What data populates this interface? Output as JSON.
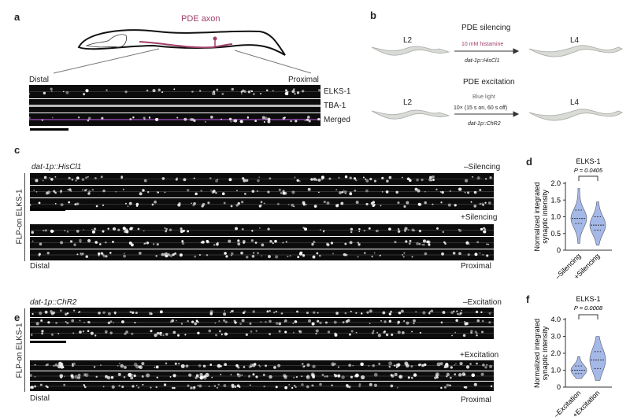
{
  "panel_labels": {
    "a": "a",
    "b": "b",
    "c": "c",
    "d": "d",
    "e": "e",
    "f": "f"
  },
  "panel_a": {
    "axon_label": "PDE axon",
    "distal": "Distal",
    "proximal": "Proximal",
    "channels": [
      "ELKS-1",
      "TBA-1",
      "Merged"
    ]
  },
  "panel_b": {
    "silencing": {
      "title": "PDE silencing",
      "from": "L2",
      "to": "L4",
      "treatment": "10 mM histamine",
      "genotype": "dat-1p::HisCl1"
    },
    "excitation": {
      "title": "PDE excitation",
      "from": "L2",
      "to": "L4",
      "treatment_line1": "Blue light",
      "treatment_line2": "10× (15 s on, 60 s off)",
      "genotype": "dat-1p::ChR2"
    },
    "colors": {
      "histamine": "#a0406a",
      "worm": "#d9dcd6"
    }
  },
  "panel_c": {
    "genotype": "dat-1p::HisCl1",
    "side_label": "FLP-on ELKS-1",
    "minus": "–Silencing",
    "plus": "+Silencing",
    "distal": "Distal",
    "proximal": "Proximal"
  },
  "panel_e": {
    "genotype": "dat-1p::ChR2",
    "side_label": "FLP-on ELKS-1",
    "minus": "–Excitation",
    "plus": "+Excitation",
    "distal": "Distal",
    "proximal": "Proximal"
  },
  "chart_data": [
    {
      "type": "violin",
      "title": "ELKS-1",
      "pvalue": "P = 0.0405",
      "ylabel": "Normalized integrated synaptic intensity",
      "ylim": [
        0,
        2.0
      ],
      "yticks": [
        "0",
        "0.5",
        "1.0",
        "1.5",
        "2.0"
      ],
      "ytick_values": [
        0,
        0.5,
        1.0,
        1.5,
        2.0
      ],
      "categories": [
        "–Silencing",
        "+Silencing"
      ],
      "series": [
        {
          "name": "–Silencing",
          "min": 0.2,
          "q1": 0.8,
          "median": 0.95,
          "q3": 1.2,
          "max": 1.85
        },
        {
          "name": "+Silencing",
          "min": 0.15,
          "q1": 0.6,
          "median": 0.75,
          "q3": 1.0,
          "max": 1.45
        }
      ],
      "color": "#5b7fd6"
    },
    {
      "type": "violin",
      "title": "ELKS-1",
      "pvalue": "P = 0.0008",
      "ylabel": "Normalized integrated synaptic intensity",
      "ylim": [
        0,
        4.0
      ],
      "yticks": [
        "0",
        "1.0",
        "2.0",
        "3.0",
        "4.0"
      ],
      "ytick_values": [
        0,
        1,
        2,
        3,
        4
      ],
      "categories": [
        "–Excitation",
        "+Excitation"
      ],
      "series": [
        {
          "name": "–Excitation",
          "min": 0.5,
          "q1": 0.8,
          "median": 1.0,
          "q3": 1.25,
          "max": 1.8
        },
        {
          "name": "+Excitation",
          "min": 0.4,
          "q1": 1.1,
          "median": 1.6,
          "q3": 2.1,
          "max": 3.0
        }
      ],
      "color": "#5b7fd6"
    }
  ]
}
